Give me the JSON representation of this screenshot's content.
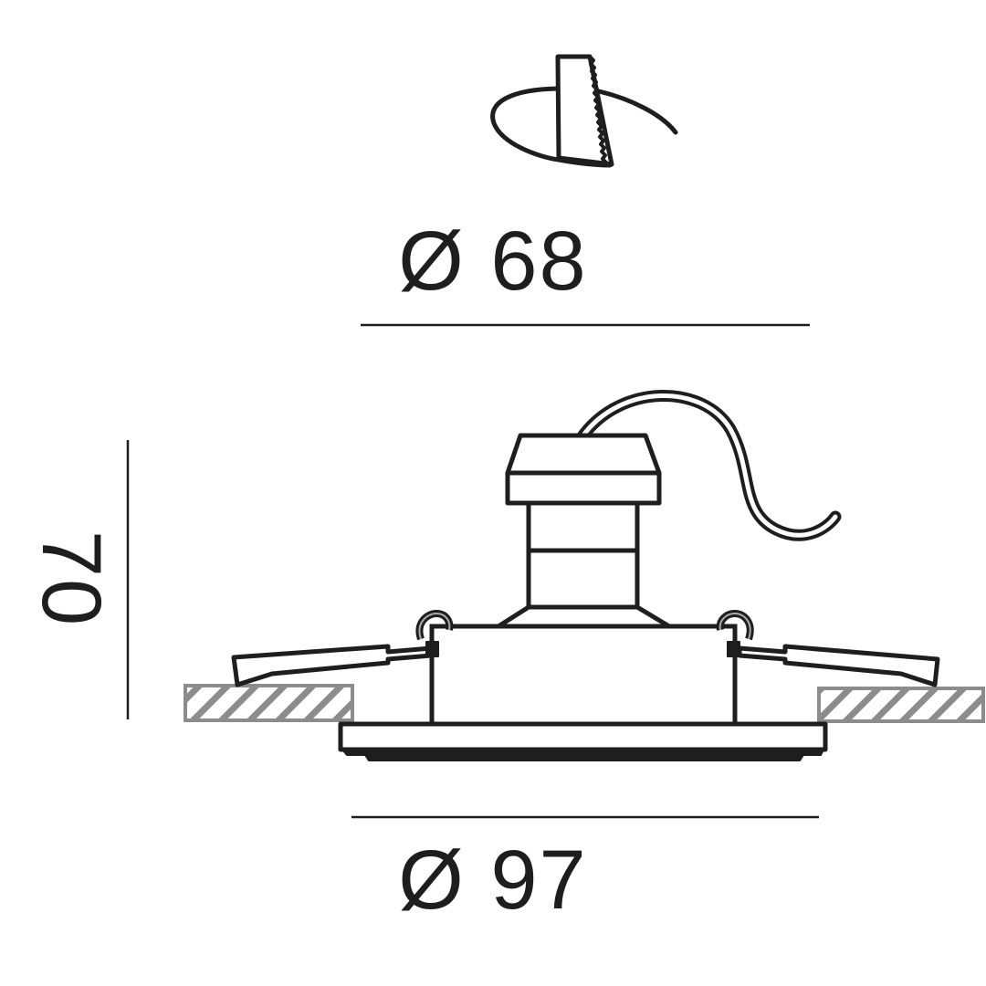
{
  "diagram": {
    "type": "technical-dimension-drawing",
    "subject": "recessed downlight",
    "colors": {
      "stroke": "#1e1e1e",
      "ceiling_hatch": "#8c8c8c",
      "background": "#ffffff"
    },
    "dimensions": {
      "cutout_diameter": {
        "symbol": "Ø",
        "value": "68",
        "label": "Ø 68"
      },
      "outer_diameter": {
        "symbol": "Ø",
        "value": "97",
        "label": "Ø 97"
      },
      "height": {
        "value": "70",
        "label": "70"
      }
    },
    "icons": {
      "cutout_icon": "hole-saw-cutout-icon"
    },
    "parts": [
      "hole-saw-icon",
      "transformer-cap",
      "socket-column",
      "supply-cable",
      "housing-body",
      "spring-clip-left",
      "spring-clip-right",
      "ceiling-left",
      "ceiling-right",
      "trim-flange"
    ]
  }
}
